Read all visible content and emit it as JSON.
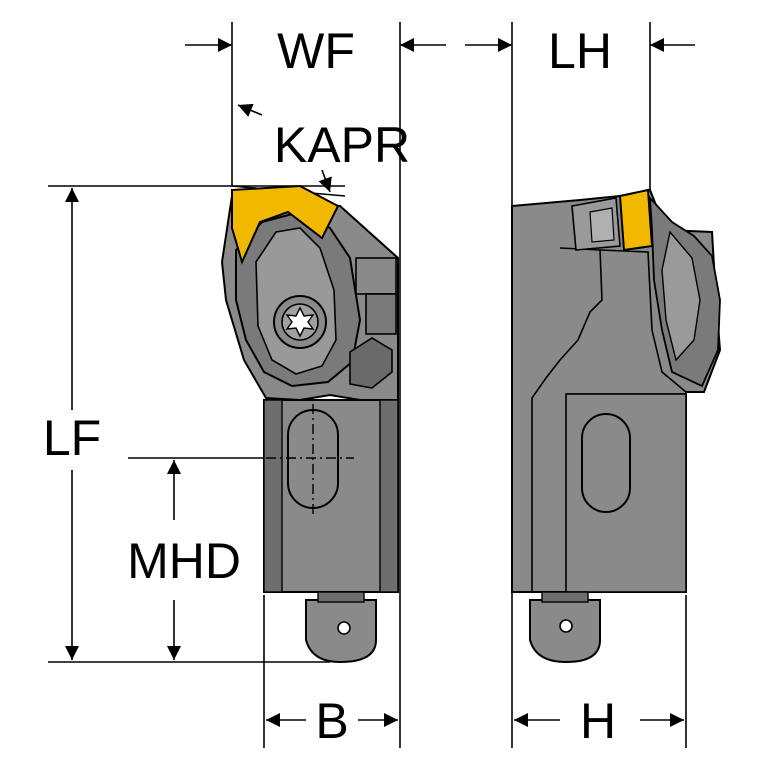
{
  "labels": {
    "wf": "WF",
    "lh": "LH",
    "kapr": "KAPR",
    "lf": "LF",
    "mhd": "MHD",
    "b": "B",
    "h": "H"
  },
  "colors": {
    "body_gray": "#7f7f7f",
    "body_dark": "#4a4a4a",
    "insert_yellow": "#f2b800",
    "outline": "#000000",
    "background": "#ffffff"
  }
}
